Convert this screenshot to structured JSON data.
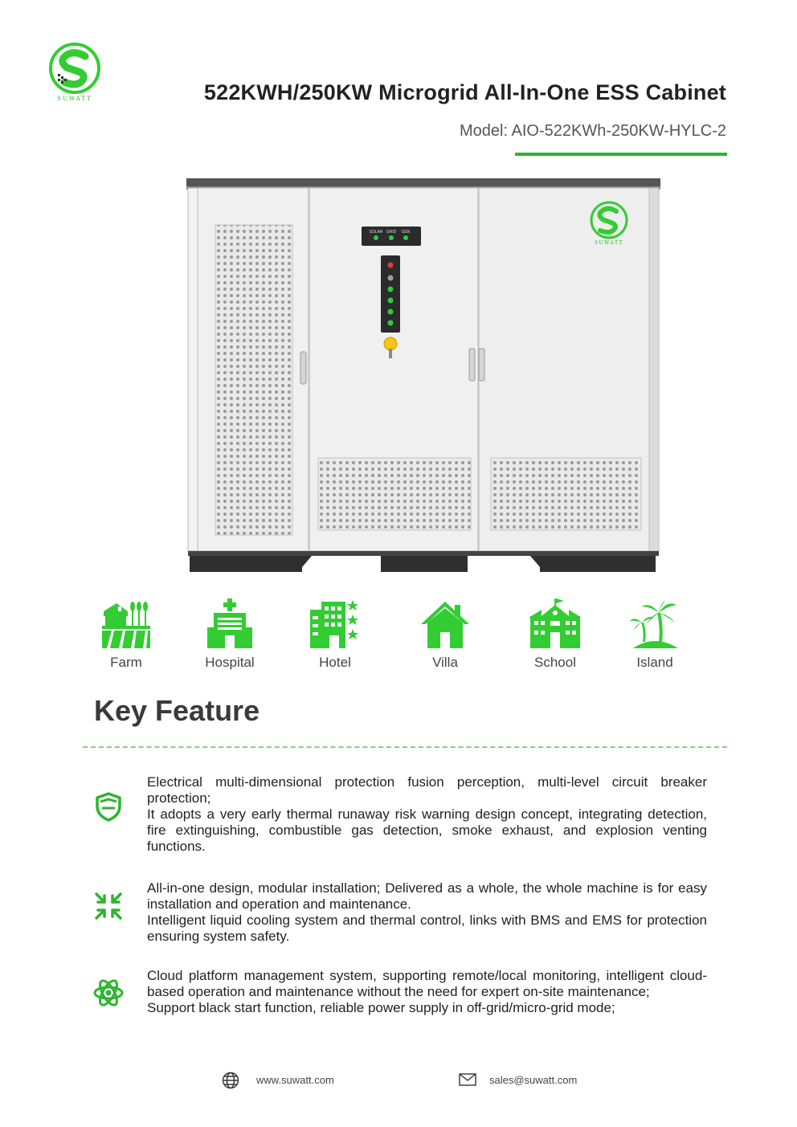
{
  "brand": {
    "logo_text": "SUWATT",
    "accent_color": "#33cc33"
  },
  "header": {
    "title": "522KWH/250KW Microgrid All-In-One ESS Cabinet",
    "model": "Model: AIO-522KWh-250KW-HYLC-2"
  },
  "product_image": {
    "indicator_labels": [
      "SOLAR",
      "GRID",
      "GEN"
    ],
    "logo_text": "SUWATT"
  },
  "scenarios": [
    {
      "label": "Farm",
      "icon": "farm-icon"
    },
    {
      "label": "Hospital",
      "icon": "hospital-icon"
    },
    {
      "label": "Hotel",
      "icon": "hotel-icon"
    },
    {
      "label": "Villa",
      "icon": "villa-icon"
    },
    {
      "label": "School",
      "icon": "school-icon"
    },
    {
      "label": "Island",
      "icon": "island-icon"
    }
  ],
  "key_feature": {
    "title": "Key Feature",
    "features": [
      {
        "icon": "shield-icon",
        "lines": [
          "Electrical multi-dimensional protection fusion perception, multi-level circuit breaker protection;",
          "It adopts a very early thermal runaway risk warning design concept, integrating detection, fire extinguishing, combustible gas detection, smoke exhaust, and explosion venting functions."
        ]
      },
      {
        "icon": "compress-arrows-icon",
        "lines": [
          "All-in-one design, modular installation; Delivered as a whole, the whole machine is for easy installation and operation and maintenance.",
          "Intelligent liquid cooling system and thermal control, links with BMS and EMS for protection ensuring system safety."
        ]
      },
      {
        "icon": "atom-icon",
        "lines": [
          "Cloud platform management system, supporting remote/local monitoring, intelligent cloud-based operation and maintenance without the need for expert on-site maintenance;",
          "Support black start function, reliable power supply in off-grid/micro-grid mode;"
        ]
      }
    ]
  },
  "footer": {
    "website": "www.suwatt.com",
    "email": "sales@suwatt.com"
  }
}
